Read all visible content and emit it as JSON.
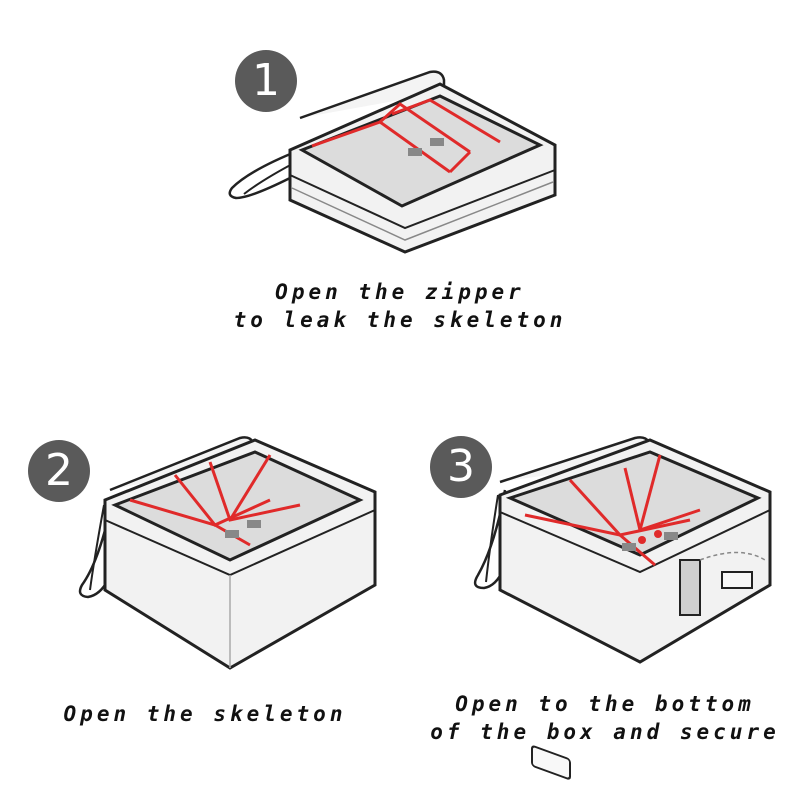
{
  "steps": [
    {
      "number": "1",
      "line1": "Open the zipper",
      "line2": "to leak the skeleton"
    },
    {
      "number": "2",
      "line1": "Open the skeleton",
      "line2": ""
    },
    {
      "number": "3",
      "line1": "Open to the bottom",
      "line2": "of the box and secure"
    }
  ],
  "colors": {
    "badge": "#5a5a5a",
    "outline": "#222222",
    "frame": "#e02a2a",
    "box_fill": "#f2f2f2",
    "window": "#dcdcdc"
  }
}
